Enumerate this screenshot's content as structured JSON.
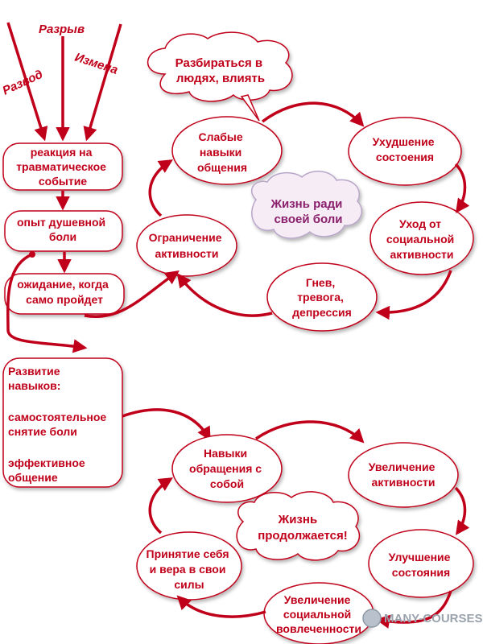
{
  "colors": {
    "main": "#c0001a",
    "text_purple": "#8a1f6b",
    "cloud_fill": "#ffffff",
    "purple_cloud_fill": "#f6ecf6"
  },
  "triggers": {
    "divorce": "Развод",
    "breakup": "Разрыв",
    "betrayal": "Измена"
  },
  "left_chain": {
    "reaction": [
      "реакция на",
      "травматическое",
      "событие"
    ],
    "mental_pain": [
      "опыт душевной",
      "боли"
    ],
    "waiting": [
      "ожидание, когда",
      "само пройдет"
    ],
    "skills": [
      "Развитие",
      "навыков:",
      "",
      "самостоятельное",
      "снятие боли",
      "",
      "эффективное",
      "общение"
    ]
  },
  "negative_cycle": {
    "cloud": [
      "Разбираться в",
      "людях, влиять"
    ],
    "weak_skills": [
      "Слабые",
      "навыки",
      "общения"
    ],
    "worsening": [
      "Ухудшение",
      "состоения"
    ],
    "withdrawal": [
      "Уход от",
      "социальной",
      "активности"
    ],
    "anger": [
      "Гнев,",
      "тревога,",
      "депрессия"
    ],
    "restriction": [
      "Ограничение",
      "активности"
    ],
    "center": [
      "Жизнь ради",
      "своей боли"
    ]
  },
  "positive_cycle": {
    "handling": [
      "Навыки",
      "обращения с",
      "собой"
    ],
    "activity_up": [
      "Увеличение",
      "активности"
    ],
    "improvement": [
      "Улучшение",
      "состояния"
    ],
    "involvement": [
      "Увеличение",
      "социальной",
      "вовлеченности"
    ],
    "acceptance": [
      "Принятие себя",
      "и вера в свои",
      "силы"
    ],
    "center": [
      "Жизнь",
      "продолжается!"
    ]
  },
  "watermark": "MANY-COURSES.RU"
}
